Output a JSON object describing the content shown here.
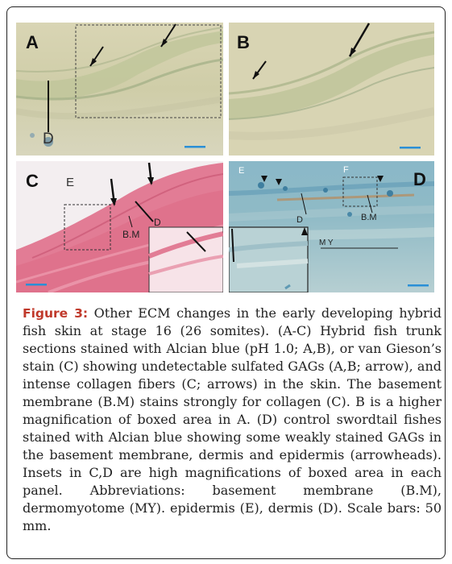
{
  "figure": {
    "caption_label": "Figure 3:",
    "caption_text": " Other ECM changes in the early developing hybrid fish skin at stage 16 (26 somites). (A-C) Hybrid fish trunk sections stained with Alcian blue (pH 1.0; A,B), or van Gieson’s stain (C) showing undetectable sulfated GAGs (A,B; arrow), and intense collagen fibers (C; arrows) in the skin. The basement membrane (B.M) stains strongly for collagen (C). B is a higher magnification of boxed area in A. (D) control swordtail fishes stained with Alcian blue showing some weakly stained GAGs in the basement membrane, dermis and epidermis (arrowheads). Insets in C,D are high magnifications of boxed area in each panel. Abbreviations: basement membrane (B.M), dermomyotome (MY). epidermis (E), dermis (D). Scale bars: 50 mm."
  },
  "panels": {
    "a": {
      "label": "A",
      "annotations": {
        "d": "D"
      }
    },
    "b": {
      "label": "B"
    },
    "c": {
      "label": "C",
      "annotations": {
        "e": "E",
        "bm": "B.M",
        "d": "D"
      }
    },
    "d": {
      "label": "D",
      "annotations": {
        "e": "E",
        "d": "D",
        "bm": "B.M",
        "my": "M Y",
        "f": "F"
      }
    }
  },
  "colors": {
    "caption_label": "#c0392b",
    "scale_bar": "#2a8fd6",
    "alcian_bg": "#d9d6b8",
    "van_gieson": "#e07a92",
    "control_blue": "#7fb0c0"
  }
}
